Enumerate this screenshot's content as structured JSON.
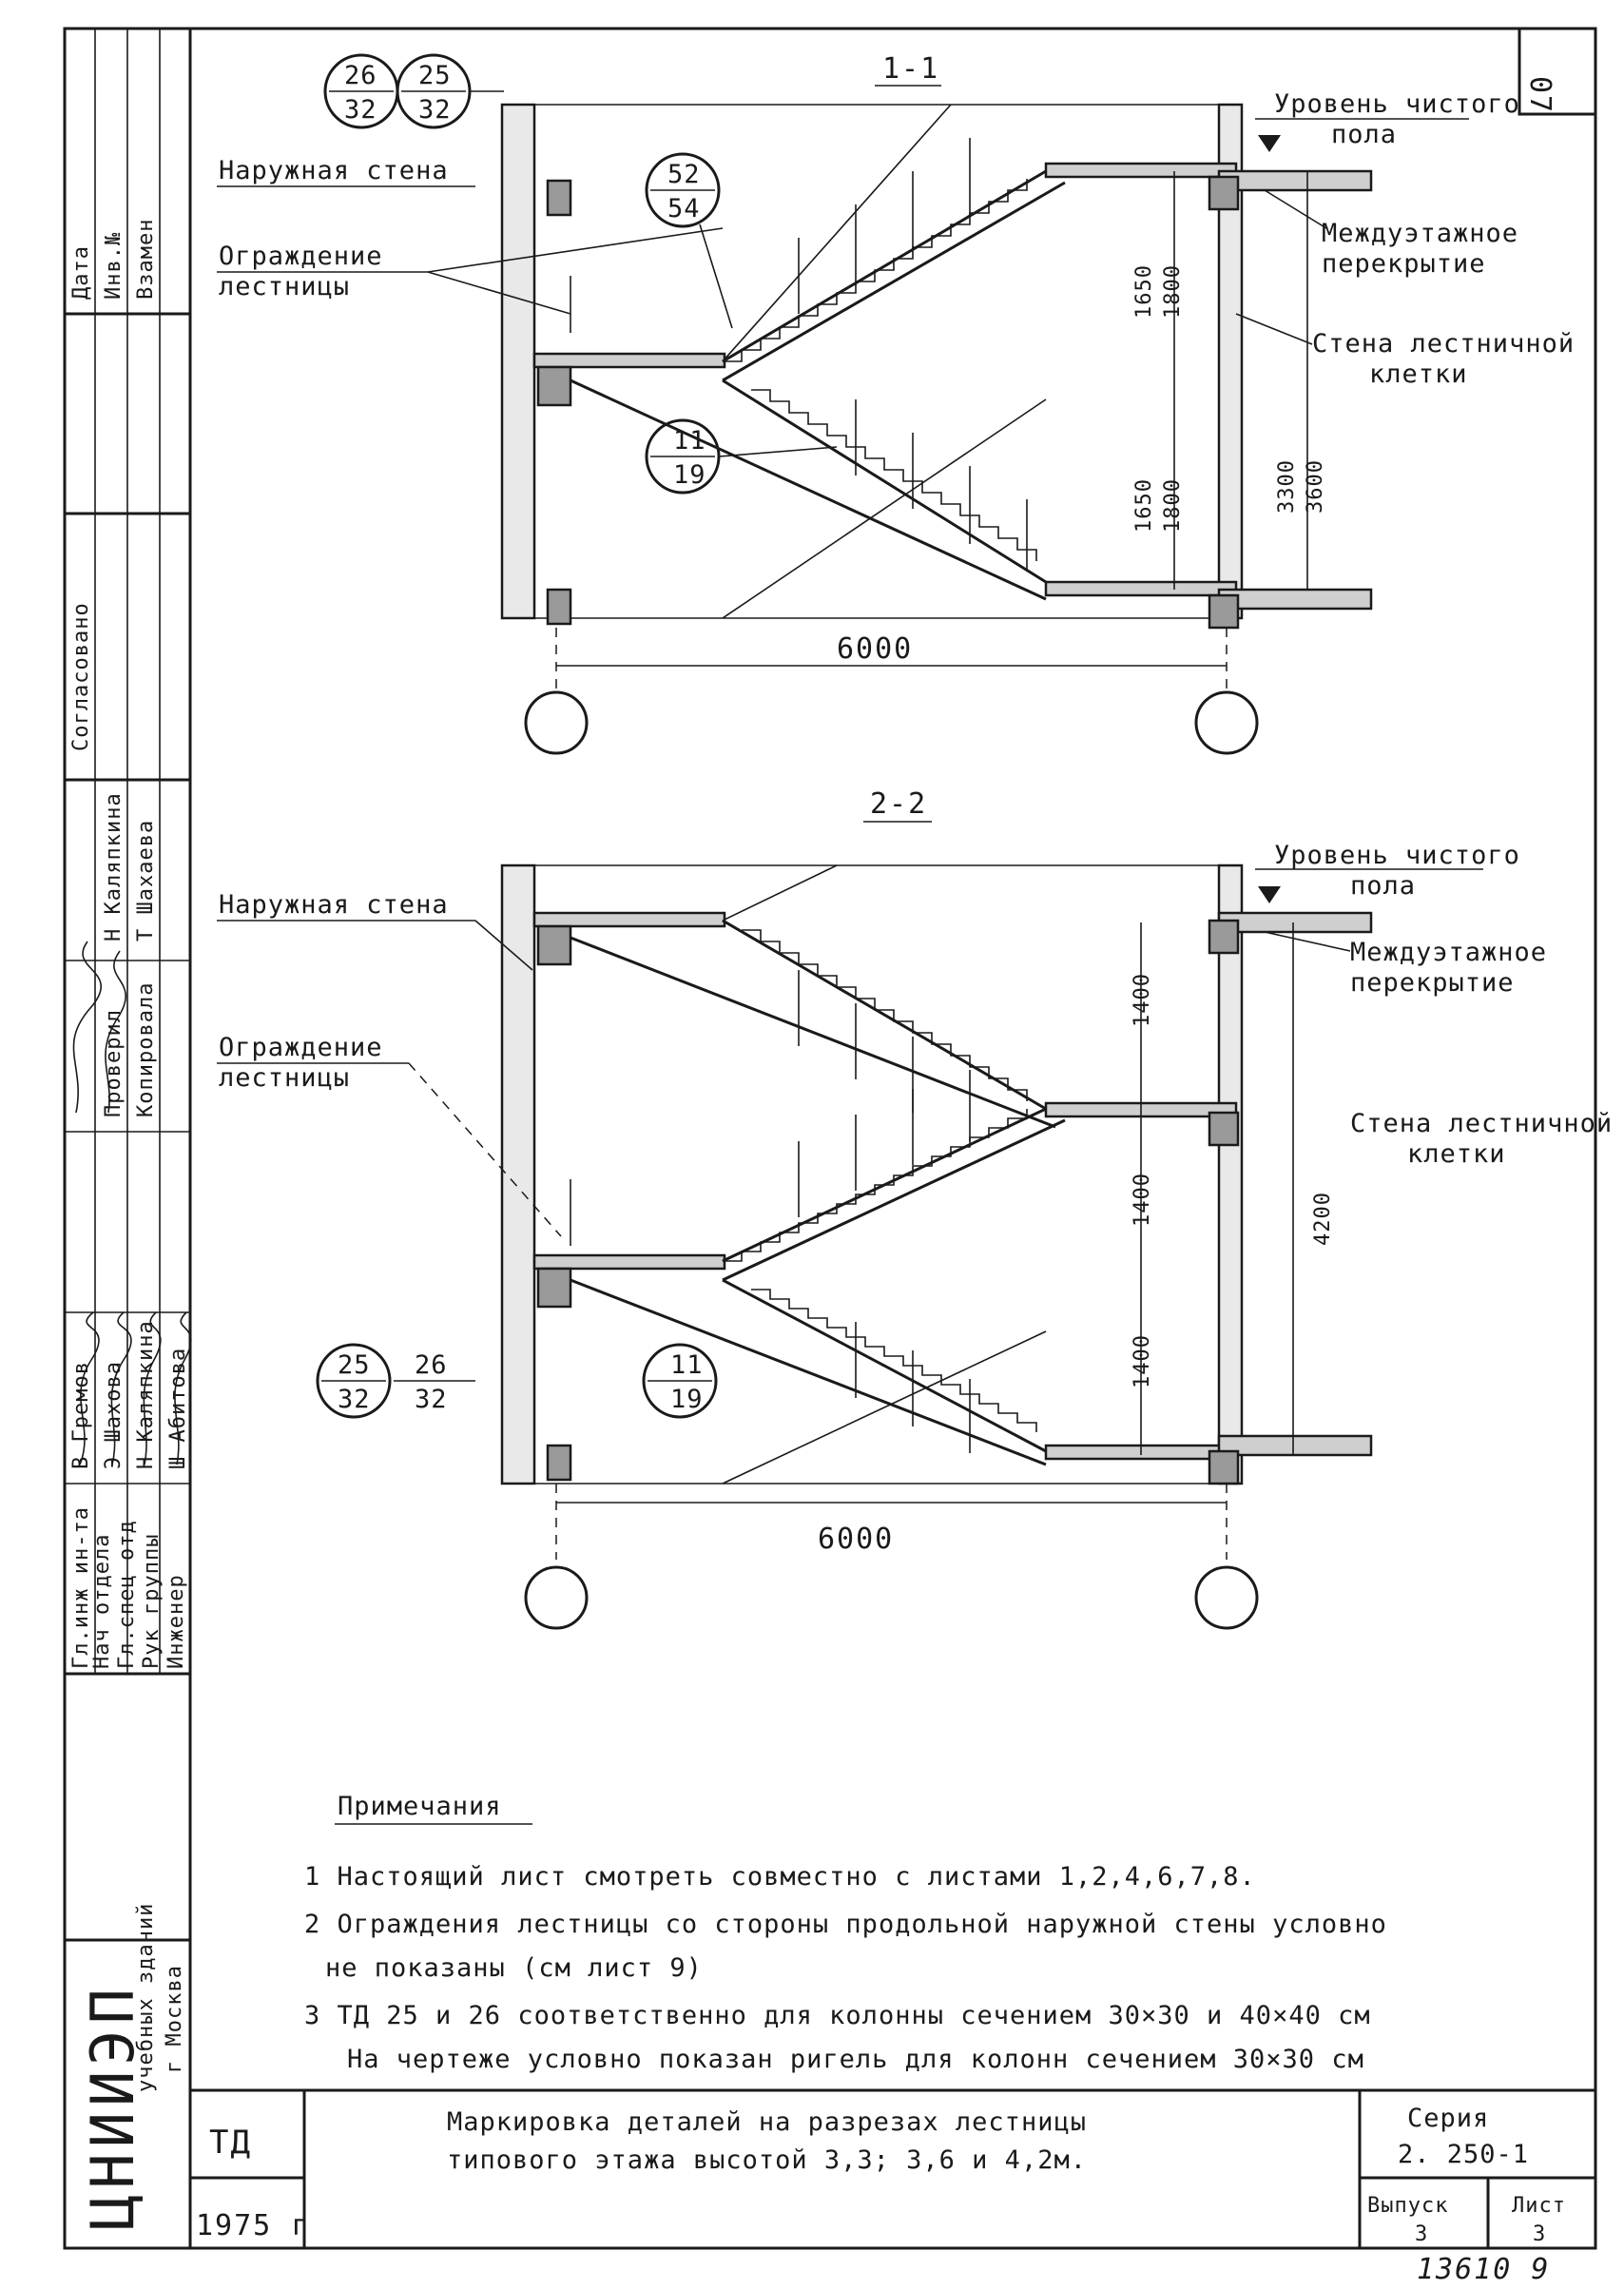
{
  "section1": {
    "title": "1-1",
    "mark_a_top": "26",
    "mark_a_bottom": "32",
    "mark_b_top": "25",
    "mark_b_bottom": "32",
    "mark_c_top": "52",
    "mark_c_bottom": "54",
    "mark_d_top": "11",
    "mark_d_bottom": "19",
    "label_outer_wall": "Наружная стена",
    "label_railing_1": "Ограждение",
    "label_railing_2": "лестницы",
    "label_floor_level_1": "Уровень чистого",
    "label_floor_level_2": "пола",
    "label_slab_1": "Междуэтажное",
    "label_slab_2": "перекрытие",
    "label_stair_wall_1": "Стена лестничной",
    "label_stair_wall_2": "клетки",
    "dim_upper_a": "1650",
    "dim_upper_b": "1800",
    "dim_lower_a": "1650",
    "dim_lower_b": "1800",
    "dim_height_a": "3300",
    "dim_height_b": "3600",
    "dim_width": "6000"
  },
  "section2": {
    "title": "2-2",
    "mark_a_top": "25",
    "mark_a_bottom": "32",
    "mark_b_top": "26",
    "mark_b_bottom": "32",
    "mark_d_top": "11",
    "mark_d_bottom": "19",
    "label_outer_wall": "Наружная стена",
    "label_railing_1": "Ограждение",
    "label_railing_2": "лестницы",
    "label_floor_level_1": "Уровень чистого",
    "label_floor_level_2": "пола",
    "label_slab_1": "Междуэтажное",
    "label_slab_2": "перекрытие",
    "label_stair_wall_1": "Стена лестничной",
    "label_stair_wall_2": "клетки",
    "dim_top": "1400",
    "dim_mid": "1400",
    "dim_bottom": "1400",
    "dim_height": "4200",
    "dim_width": "6000"
  },
  "notes": {
    "heading": "Примечания",
    "n1": "1 Настоящий лист смотреть совместно с листами 1,2,4,6,7,8.",
    "n2a": "2 Ограждения лестницы со стороны продольной наружной стены условно",
    "n2b": "не показаны (см лист 9)",
    "n3a": "3 ТД 25 и 26 соответственно для колонны сечением 30×30 и 40×40 см",
    "n3b": "На чертеже условно показан ригель для колонн сечением 30×30 см"
  },
  "title_block": {
    "doc_type": "ТД",
    "year": "1975 г",
    "title_1": "Маркировка деталей на разрезах лестницы",
    "title_2": "типового этажа высотой 3,3; 3,6 и 4,2м.",
    "series_label": "Серия",
    "series_value": "2. 250-1",
    "issue_label": "Выпуск",
    "issue_value": "3",
    "sheet_label": "Лист",
    "sheet_value": "3",
    "corner_number": "07",
    "bottom_number": "13610 9"
  },
  "side_stamp": {
    "org": "ЦНИИЭП",
    "org_sub_1": "учебных зданий",
    "org_sub_2": "г Москва",
    "roles": [
      "Гл.инж ин-та",
      "Нач отдела",
      "Гл.спец отд",
      "Рук группы",
      "Инженер"
    ],
    "names_a": [
      "В Гремов",
      "Э Шахова",
      "Н Каляпкина",
      "Ш Абитова"
    ],
    "col_checked": "Проверил",
    "col_copied": "Копировала",
    "names_b": [
      "Н Каляпкина",
      "Т Шахаева"
    ],
    "agreed": "Согласовано",
    "date": "Дата",
    "inv": "Инв.№",
    "replace": "Взамен"
  }
}
